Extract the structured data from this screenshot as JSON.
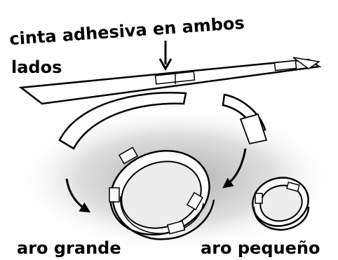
{
  "labels": {
    "top_line1": "cinta adhesiva en ambos",
    "top_line2": "lados",
    "large_ring": "aro grande",
    "small_ring": "aro pequeño"
  },
  "colors": {
    "ink": "#000000",
    "paper": "#ffffff",
    "shadow": "#b0b0b0"
  },
  "icons": [
    "arrow-down",
    "curved-arrow"
  ]
}
